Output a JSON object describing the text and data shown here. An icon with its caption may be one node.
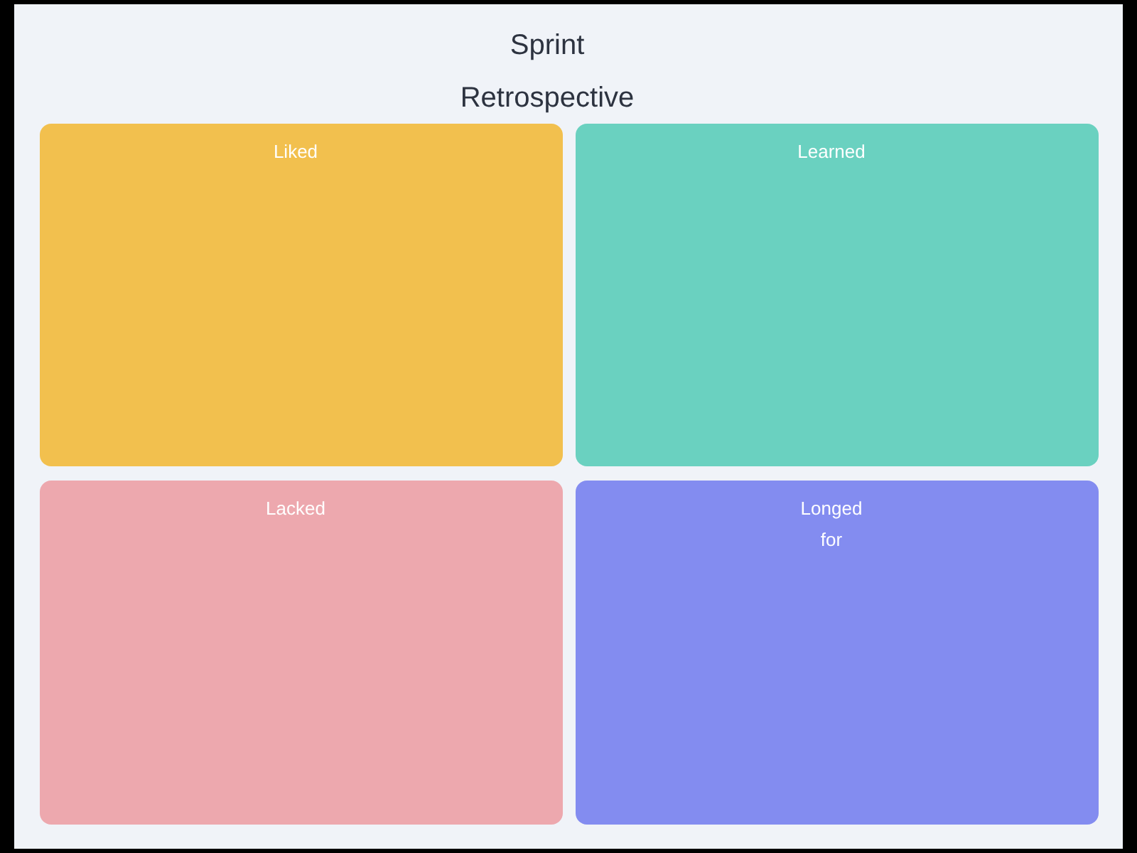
{
  "diagram": {
    "title": "Sprint Retrospective",
    "nodes": [
      {
        "text": [
          "Liked"
        ]
      },
      {
        "text": [
          "Learned"
        ]
      },
      {
        "text": [
          "Lacked"
        ]
      },
      {
        "text": [
          "Longed for"
        ]
      }
    ]
  }
}
